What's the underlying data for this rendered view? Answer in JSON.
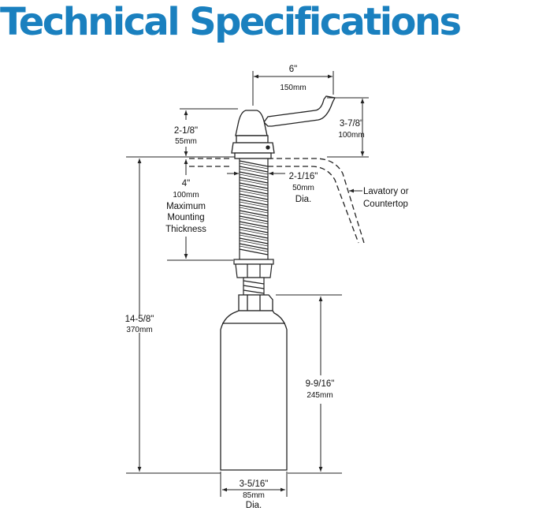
{
  "header": {
    "title": "Technical Specifications"
  },
  "dimensions": {
    "spout_reach": {
      "imperial": "6\"",
      "metric": "150mm"
    },
    "spout_height": {
      "imperial": "3-7/8\"",
      "metric": "100mm"
    },
    "head_height": {
      "imperial": "2-1/8\"",
      "metric": "55mm"
    },
    "shank_diameter": {
      "imperial": "2-1/16\"",
      "metric": "50mm",
      "note": "Dia."
    },
    "max_mounting": {
      "imperial": "4\"",
      "metric": "100mm",
      "line1": "Maximum",
      "line2": "Mounting",
      "line3": "Thickness"
    },
    "overall_height": {
      "imperial": "14-5/8\"",
      "metric": "370mm"
    },
    "bottle_height": {
      "imperial": "9-9/16\"",
      "metric": "245mm"
    },
    "bottle_diameter": {
      "imperial": "3-5/16\"",
      "metric": "85mm",
      "note": "Dia."
    }
  },
  "callouts": {
    "countertop_line1": "Lavatory or",
    "countertop_line2": "Countertop"
  },
  "colors": {
    "title": "#1a80bf",
    "line": "#222222"
  }
}
